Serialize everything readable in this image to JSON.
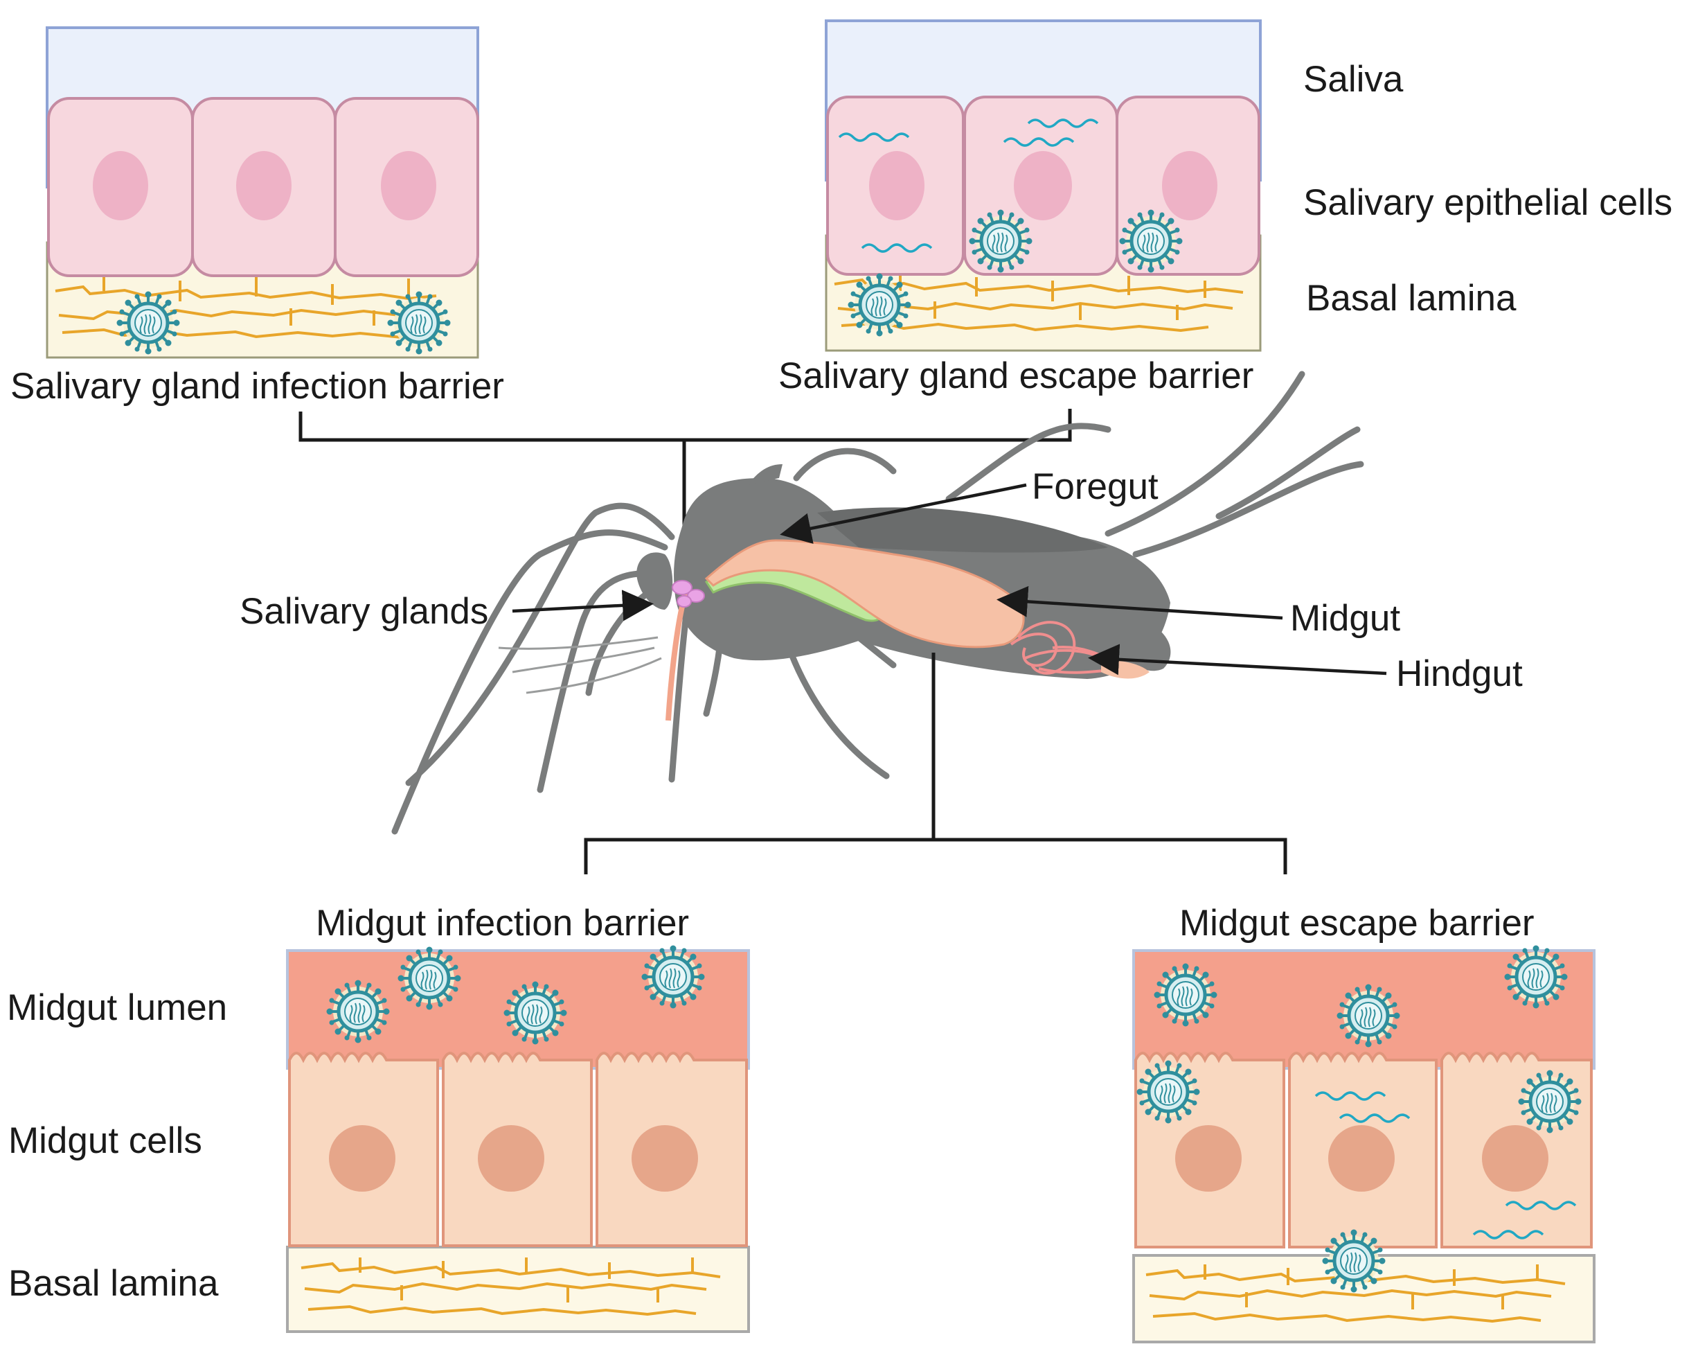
{
  "labels": {
    "saliva": "Saliva",
    "salivary_epithelial_cells": "Salivary epithelial cells",
    "basal_lamina_top": "Basal lamina",
    "sg_infection_barrier": "Salivary gland infection barrier",
    "sg_escape_barrier": "Salivary gland escape barrier",
    "foregut": "Foregut",
    "salivary_glands": "Salivary glands",
    "midgut": "Midgut",
    "hindgut": "Hindgut",
    "mg_infection_barrier": "Midgut infection barrier",
    "mg_escape_barrier": "Midgut escape barrier",
    "midgut_lumen": "Midgut lumen",
    "midgut_cells": "Midgut cells",
    "basal_lamina_bottom": "Basal lamina"
  },
  "colors": {
    "saliva_fill": "#eaf0fb",
    "saliva_border": "#8ea3d6",
    "salivary_cell_fill": "#f7d7de",
    "salivary_cell_border": "#c58ba2",
    "salivary_nucleus": "#eeb2c6",
    "basal_lamina_fill": "#fbf6e1",
    "basal_lamina_fibers": "#e8a52a",
    "midgut_lumen_fill": "#f4a08c",
    "midgut_cell_fill": "#f9d8c0",
    "midgut_cell_border": "#e0957b",
    "midgut_nucleus": "#e6a68a",
    "virus": "#2f8f9d",
    "viral_rna": "#21a8c4",
    "mosquito_body": "#7a7c7c",
    "foregut_organ": "#bfe89d",
    "midgut_organ": "#f6c1a6",
    "hindgut_organ": "#f08e8e",
    "salivary_gland_organ": "#e9a3e5",
    "connector_lines": "#1a1a1a"
  },
  "icons": [
    "virus-particle-icon",
    "viral-rna-strand-icon",
    "mosquito-illustration"
  ]
}
